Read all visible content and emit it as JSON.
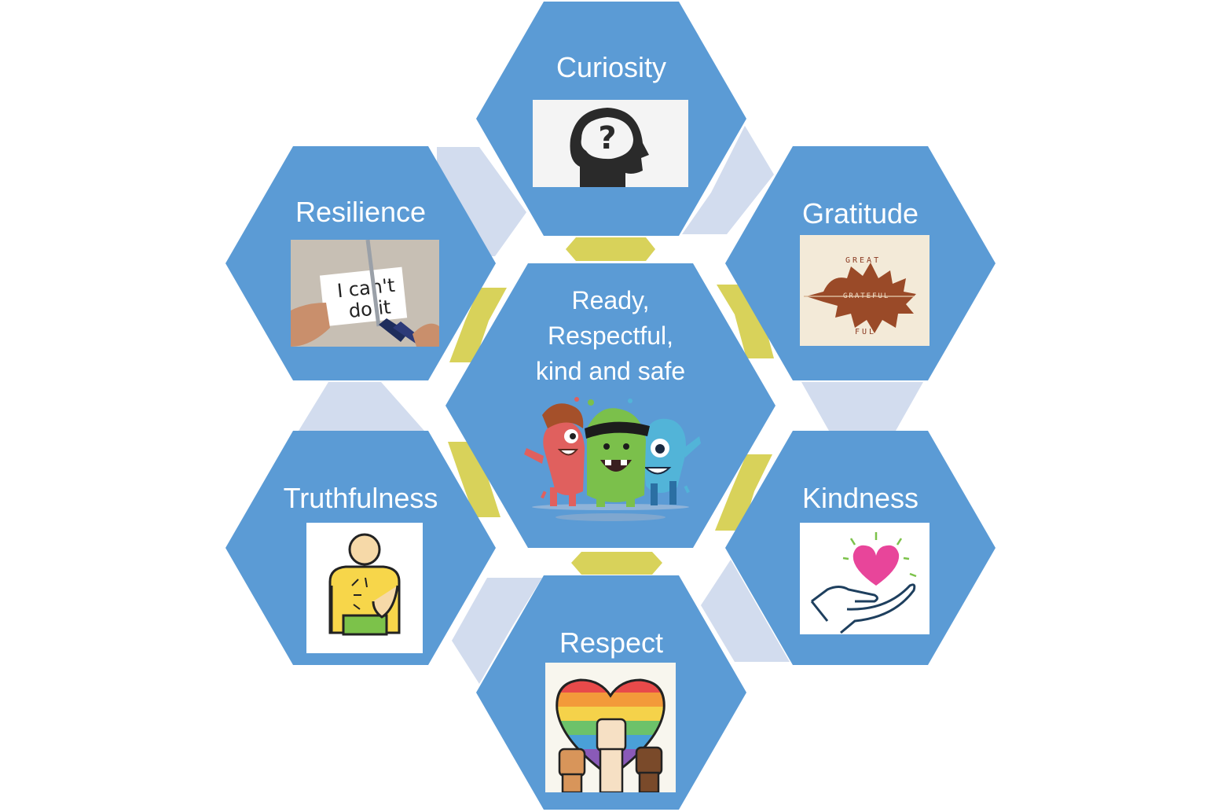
{
  "colors": {
    "hexagon_fill": "#5b9bd5",
    "light_connector": "#d2dcee",
    "gold_connector": "#d8d25a",
    "text": "#ffffff"
  },
  "center": {
    "title_lines": [
      "Ready,",
      "Respectful,",
      "kind and safe"
    ],
    "icon": "monsters-icon"
  },
  "values": [
    {
      "key": "curiosity",
      "label": "Curiosity",
      "icon": "head-question-icon"
    },
    {
      "key": "resilience",
      "label": "Resilience",
      "icon": "scissors-cut-note-icon",
      "note_text": "I can't do it"
    },
    {
      "key": "gratitude",
      "label": "Gratitude",
      "icon": "leaf-icon",
      "leaf_text": [
        "GREAT",
        "GRATEFUL",
        "FUL"
      ]
    },
    {
      "key": "truthfulness",
      "label": "Truthfulness",
      "icon": "hand-on-heart-icon"
    },
    {
      "key": "kindness",
      "label": "Kindness",
      "icon": "heart-in-hand-icon"
    },
    {
      "key": "respect",
      "label": "Respect",
      "icon": "rainbow-heart-fists-icon"
    }
  ]
}
